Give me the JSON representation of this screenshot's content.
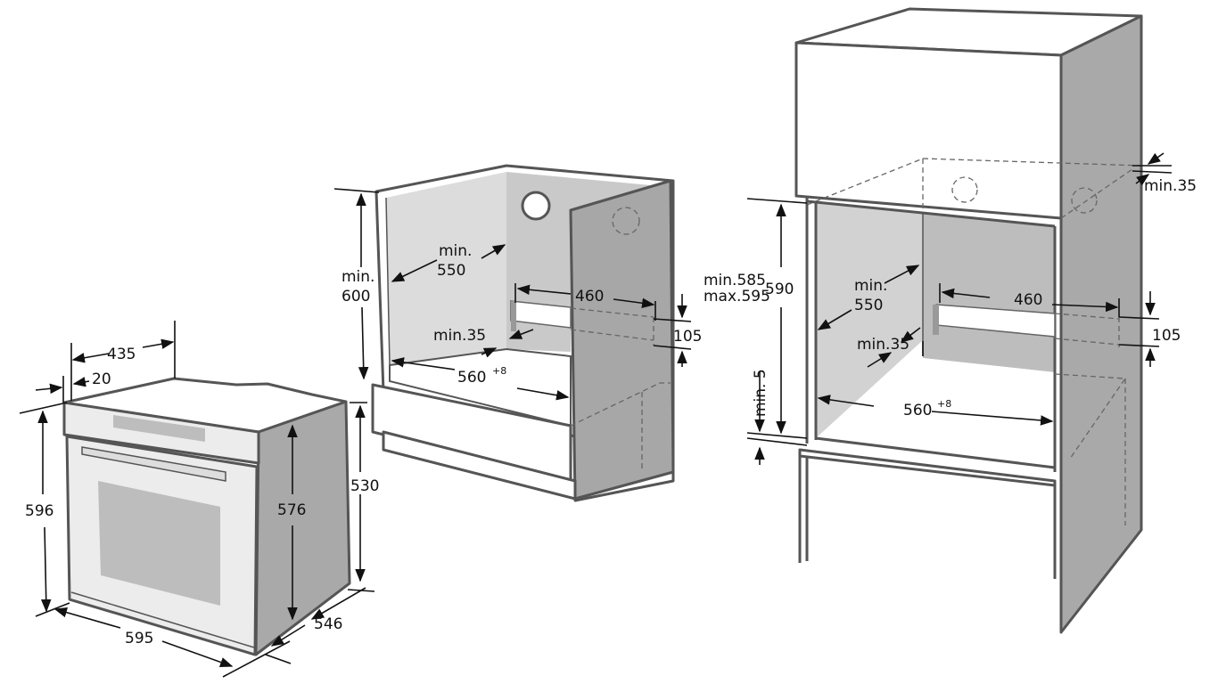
{
  "oven": {
    "width": "595",
    "height": "596",
    "depth": "546",
    "top_depth": "435",
    "front_offset": "20",
    "side_height": "576",
    "rear_height": "530"
  },
  "under_counter": {
    "min_height_line1": "min.",
    "min_height_line2": "600",
    "min_depth_line1": "min.",
    "min_depth_line2": "550",
    "vent_width": "460",
    "vent_height": "105",
    "min_gap": "min.35",
    "width": "560",
    "width_tolerance": "+8"
  },
  "column": {
    "top_gap": "min.35",
    "height_range_line1": "min.585",
    "height_range_line2": "max.595",
    "height": "590",
    "min_depth_line1": "min.",
    "min_depth_line2": "550",
    "vent_width": "460",
    "vent_height": "105",
    "min_gap": "min.35",
    "bottom_gap": "min. 5",
    "width": "560",
    "width_tolerance": "+8"
  }
}
